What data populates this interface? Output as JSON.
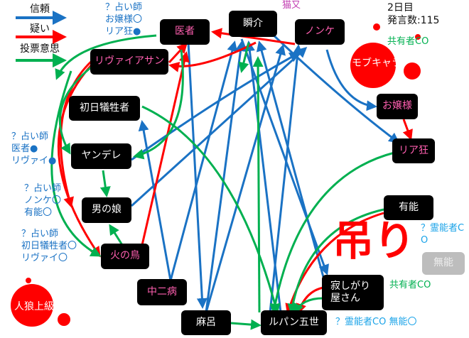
{
  "legend": {
    "trust": "信頼",
    "doubt": "疑い",
    "vote": "投票意思"
  },
  "status": {
    "day": "2日目",
    "posts": "発言数:115"
  },
  "colors": {
    "trust": "#1a72c4",
    "doubt": "#ff0000",
    "vote": "#00b050",
    "role_co": "#1aa3e8"
  },
  "nodes": {
    "doctor": "医者",
    "shunsuke": "瞬介",
    "nonke": "ノンケ",
    "leviathan": "リヴァイアサン",
    "mobchara": "モブキャラ",
    "first_victim": "初日犠牲者",
    "ojousama": "お嬢様",
    "yandere": "ヤンデレ",
    "riakyou": "リア狂",
    "otokonoko": "男の娘",
    "yuunou": "有能",
    "hinotori": "火の鳥",
    "chuunibyou": "中二病",
    "munou": "無能",
    "sabishigari": "寂しがり\n屋さん",
    "maro": "麻呂",
    "lupin": "ルパン五世",
    "jinrou_joukyuu": "人狼上級者"
  },
  "notes": {
    "seer1": [
      "？占い師",
      "お嬢様〇",
      "リア狂●"
    ],
    "seer2": [
      "？占い師",
      "医者●",
      "リヴァイ●"
    ],
    "seer3": [
      "？占い師",
      "ノンケ〇",
      "有能〇"
    ],
    "seer4": [
      "？占い師",
      "初日犠牲者〇",
      "リヴァイ〇"
    ],
    "nekomata": "猫又",
    "mason_co1": "共有者CO",
    "mason_co2": "共有者CO",
    "medium_co1": "？霊能者CO",
    "medium_co2": "？霊能者CO 無能〇",
    "hanged": "吊り"
  }
}
